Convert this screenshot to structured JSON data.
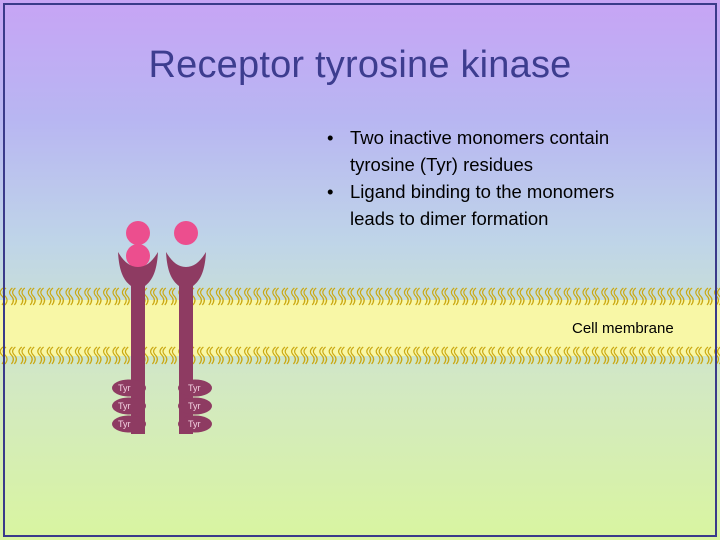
{
  "slide": {
    "title": "Receptor tyrosine kinase",
    "bullets": [
      "Two inactive monomers contain tyrosine (Tyr) residues",
      "Ligand binding to the monomers leads to dimer formation"
    ],
    "membrane_label": "Cell membrane",
    "tyr_label": "Tyr"
  },
  "colors": {
    "title": "#3d3d8f",
    "receptor": "#8e3b62",
    "ligand": "#ec4e8e",
    "membrane_band": "#f8f7a6",
    "lipid": "#caa812"
  }
}
